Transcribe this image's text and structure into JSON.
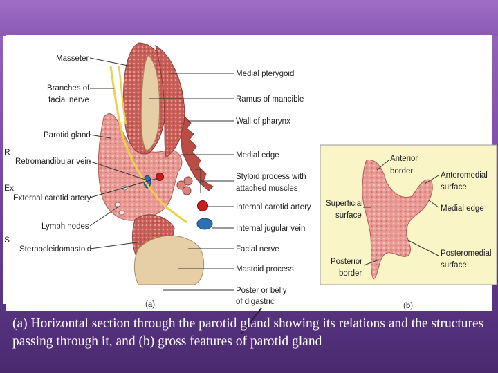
{
  "figure": {
    "labels_a_left": [
      "Masseter",
      "Branches of",
      "facial nerve",
      "Parotid gland",
      "Retromandibular vein",
      "External carotid artery",
      "Lymph nodes",
      "Sternocleidomastoid"
    ],
    "labels_a_right": [
      "Medial pterygoid",
      "Ramus of mancible",
      "Wall of pharynx",
      "Medial edge",
      "Styloid process with",
      "attached muscles",
      "Internal carotid artery",
      "Internal jugular vein",
      "Facial nerve",
      "Mastoid process",
      "Poster or belly",
      "of digastric"
    ],
    "labels_b": [
      "Anterior",
      "border",
      "Anteromedial",
      "surface",
      "Medial edge",
      "Superficial",
      "surface",
      "Posterior",
      "border",
      "Posteromedial",
      "surface"
    ],
    "sublabel_a": "(a)",
    "sublabel_b": "(b)",
    "edge_fragments": [
      "R",
      "Ex",
      "S"
    ]
  },
  "caption": "(a) Horizontal section through the parotid gland showing its relations and the structures passing through it, and (b) gross features of parotid gland",
  "colors": {
    "gland_pink": "#e58f8c",
    "muscle_red": "#b94c45",
    "bone_tan": "#e6cfa6",
    "panel_b_bg": "#faf5c6",
    "artery_red": "#c81d1d",
    "vein_blue": "#2d6fb6",
    "nerve_yellow": "#e8d24a"
  }
}
